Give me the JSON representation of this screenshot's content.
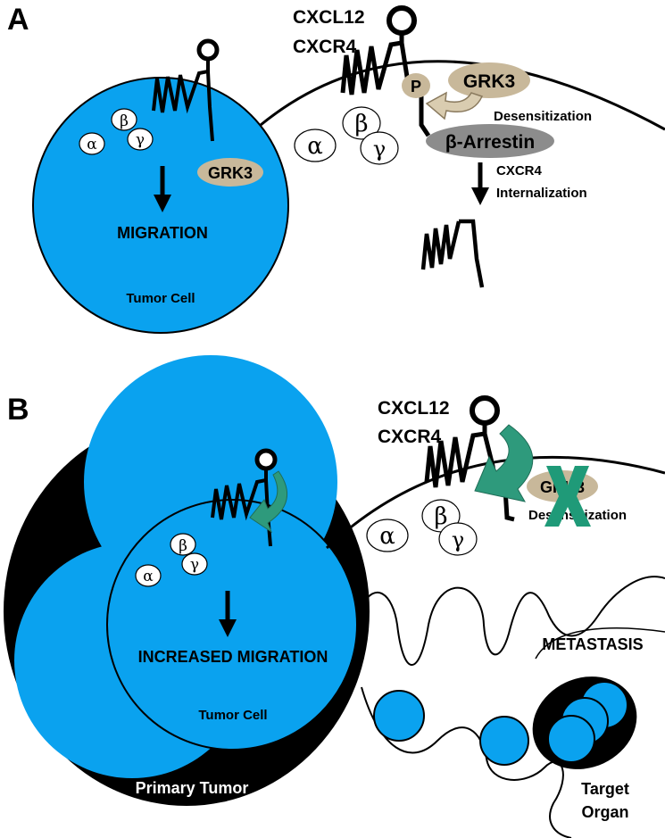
{
  "panel_a": {
    "letter": "A",
    "ligand": "CXCL12",
    "receptor": "CXCR4",
    "phospho": "P",
    "kinase": "GRK3",
    "kinase_cell": "GRK3",
    "desensitization": "Desensitization",
    "arrestin": "β-Arrestin",
    "internalization_1": "CXCR4",
    "internalization_2": "Internalization",
    "migration": "MIGRATION",
    "cell": "Tumor Cell",
    "g_alpha": "α",
    "g_beta": "β",
    "g_gamma": "γ",
    "g_alpha_big": "α",
    "g_beta_big": "β",
    "g_gamma_big": "γ"
  },
  "panel_b": {
    "letter": "B",
    "ligand": "CXCL12",
    "receptor": "CXCR4",
    "kinase": "GRK3",
    "desensitization": "Desensitization",
    "migration": "INCREASED MIGRATION",
    "cell": "Tumor Cell",
    "primary": "Primary Tumor",
    "metastasis": "METASTASIS",
    "organ_1": "Target",
    "organ_2": "Organ",
    "g_alpha": "α",
    "g_beta": "β",
    "g_gamma": "γ",
    "g_alpha_big": "α",
    "g_beta_big": "β",
    "g_gamma_big": "γ"
  },
  "colors": {
    "cell_blue": "#0aa2ef",
    "grk_tan": "#c8b89a",
    "arrestin_gray": "#8c8c8c",
    "arrow_teal": "#2e9a7c",
    "block_x": "#1f9a78"
  }
}
